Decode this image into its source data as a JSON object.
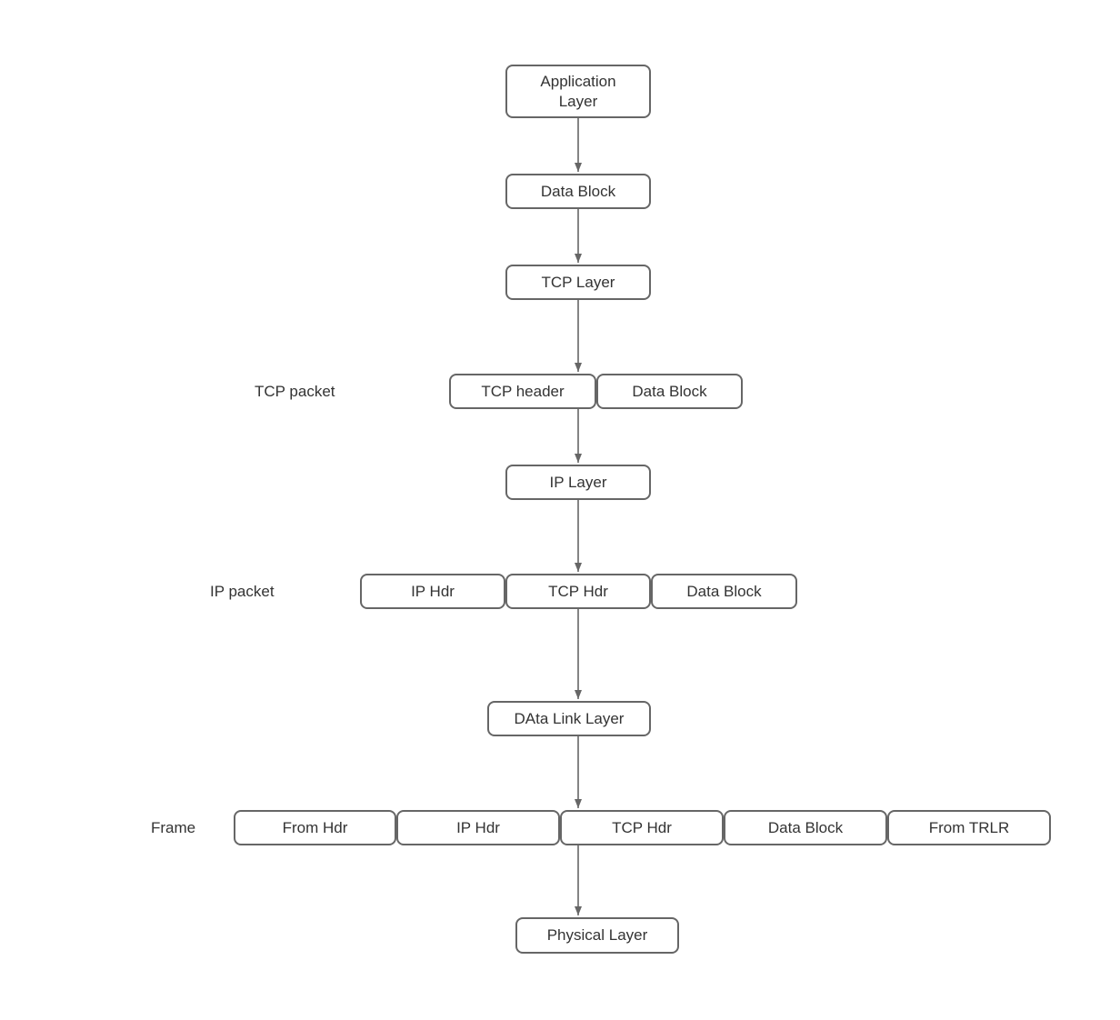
{
  "colors": {
    "background": "#ffffff",
    "box_fill": "#ffffff",
    "box_border": "#666666",
    "text": "#333333",
    "arrow": "#666666"
  },
  "nodes": {
    "application_layer": "Application\nLayer",
    "app_data_block": "Data Block",
    "tcp_layer": "TCP Layer",
    "tcp_header": "TCP header",
    "tcp_data_block": "Data Block",
    "ip_layer": "IP Layer",
    "ip_hdr": "IP Hdr",
    "ip_tcp_hdr": "TCP Hdr",
    "ip_data_block": "Data Block",
    "data_link_layer": "DAta Link Layer",
    "frame_from_hdr": "From Hdr",
    "frame_ip_hdr": "IP Hdr",
    "frame_tcp_hdr": "TCP Hdr",
    "frame_data_block": "Data Block",
    "frame_from_trlr": "From TRLR",
    "physical_layer": "Physical Layer"
  },
  "row_labels": {
    "tcp_packet": "TCP packet",
    "ip_packet": "IP packet",
    "frame": "Frame"
  }
}
